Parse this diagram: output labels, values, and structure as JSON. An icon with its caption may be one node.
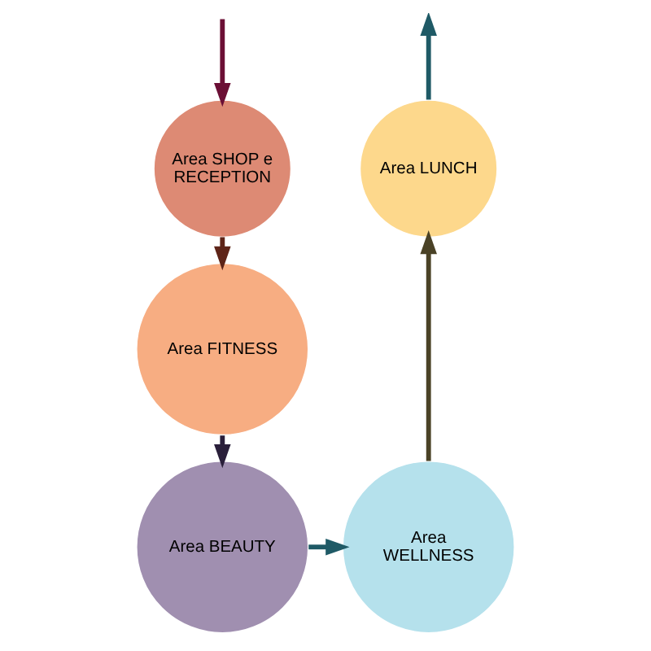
{
  "diagram": {
    "nodes": [
      {
        "text": [
          "Area SHOP e RECEPTION"
        ]
      },
      {
        "text": [
          "Area FITNESS"
        ]
      },
      {
        "text": [
          "Area LUNCH"
        ]
      },
      {
        "text": [
          "Area BEAUTY"
        ]
      },
      {
        "text": [
          "Area WELLNESS"
        ]
      }
    ],
    "edges": [
      {
        "from": null,
        "to": 0,
        "arrow": "to",
        "color": "#6b0f35"
      },
      {
        "from": 0,
        "to": 1,
        "arrow": "to",
        "color": "#5e2418"
      },
      {
        "from": 1,
        "to": 3,
        "arrow": "to",
        "color": "#2a1f3a"
      },
      {
        "from": 3,
        "to": 4,
        "arrow": "to",
        "color": "#1f5a66"
      },
      {
        "from": 4,
        "to": 2,
        "arrow": "to",
        "color": "#4a4226"
      },
      {
        "from": 2,
        "to": null,
        "arrow": "to",
        "color": "#1f5a66"
      }
    ]
  }
}
